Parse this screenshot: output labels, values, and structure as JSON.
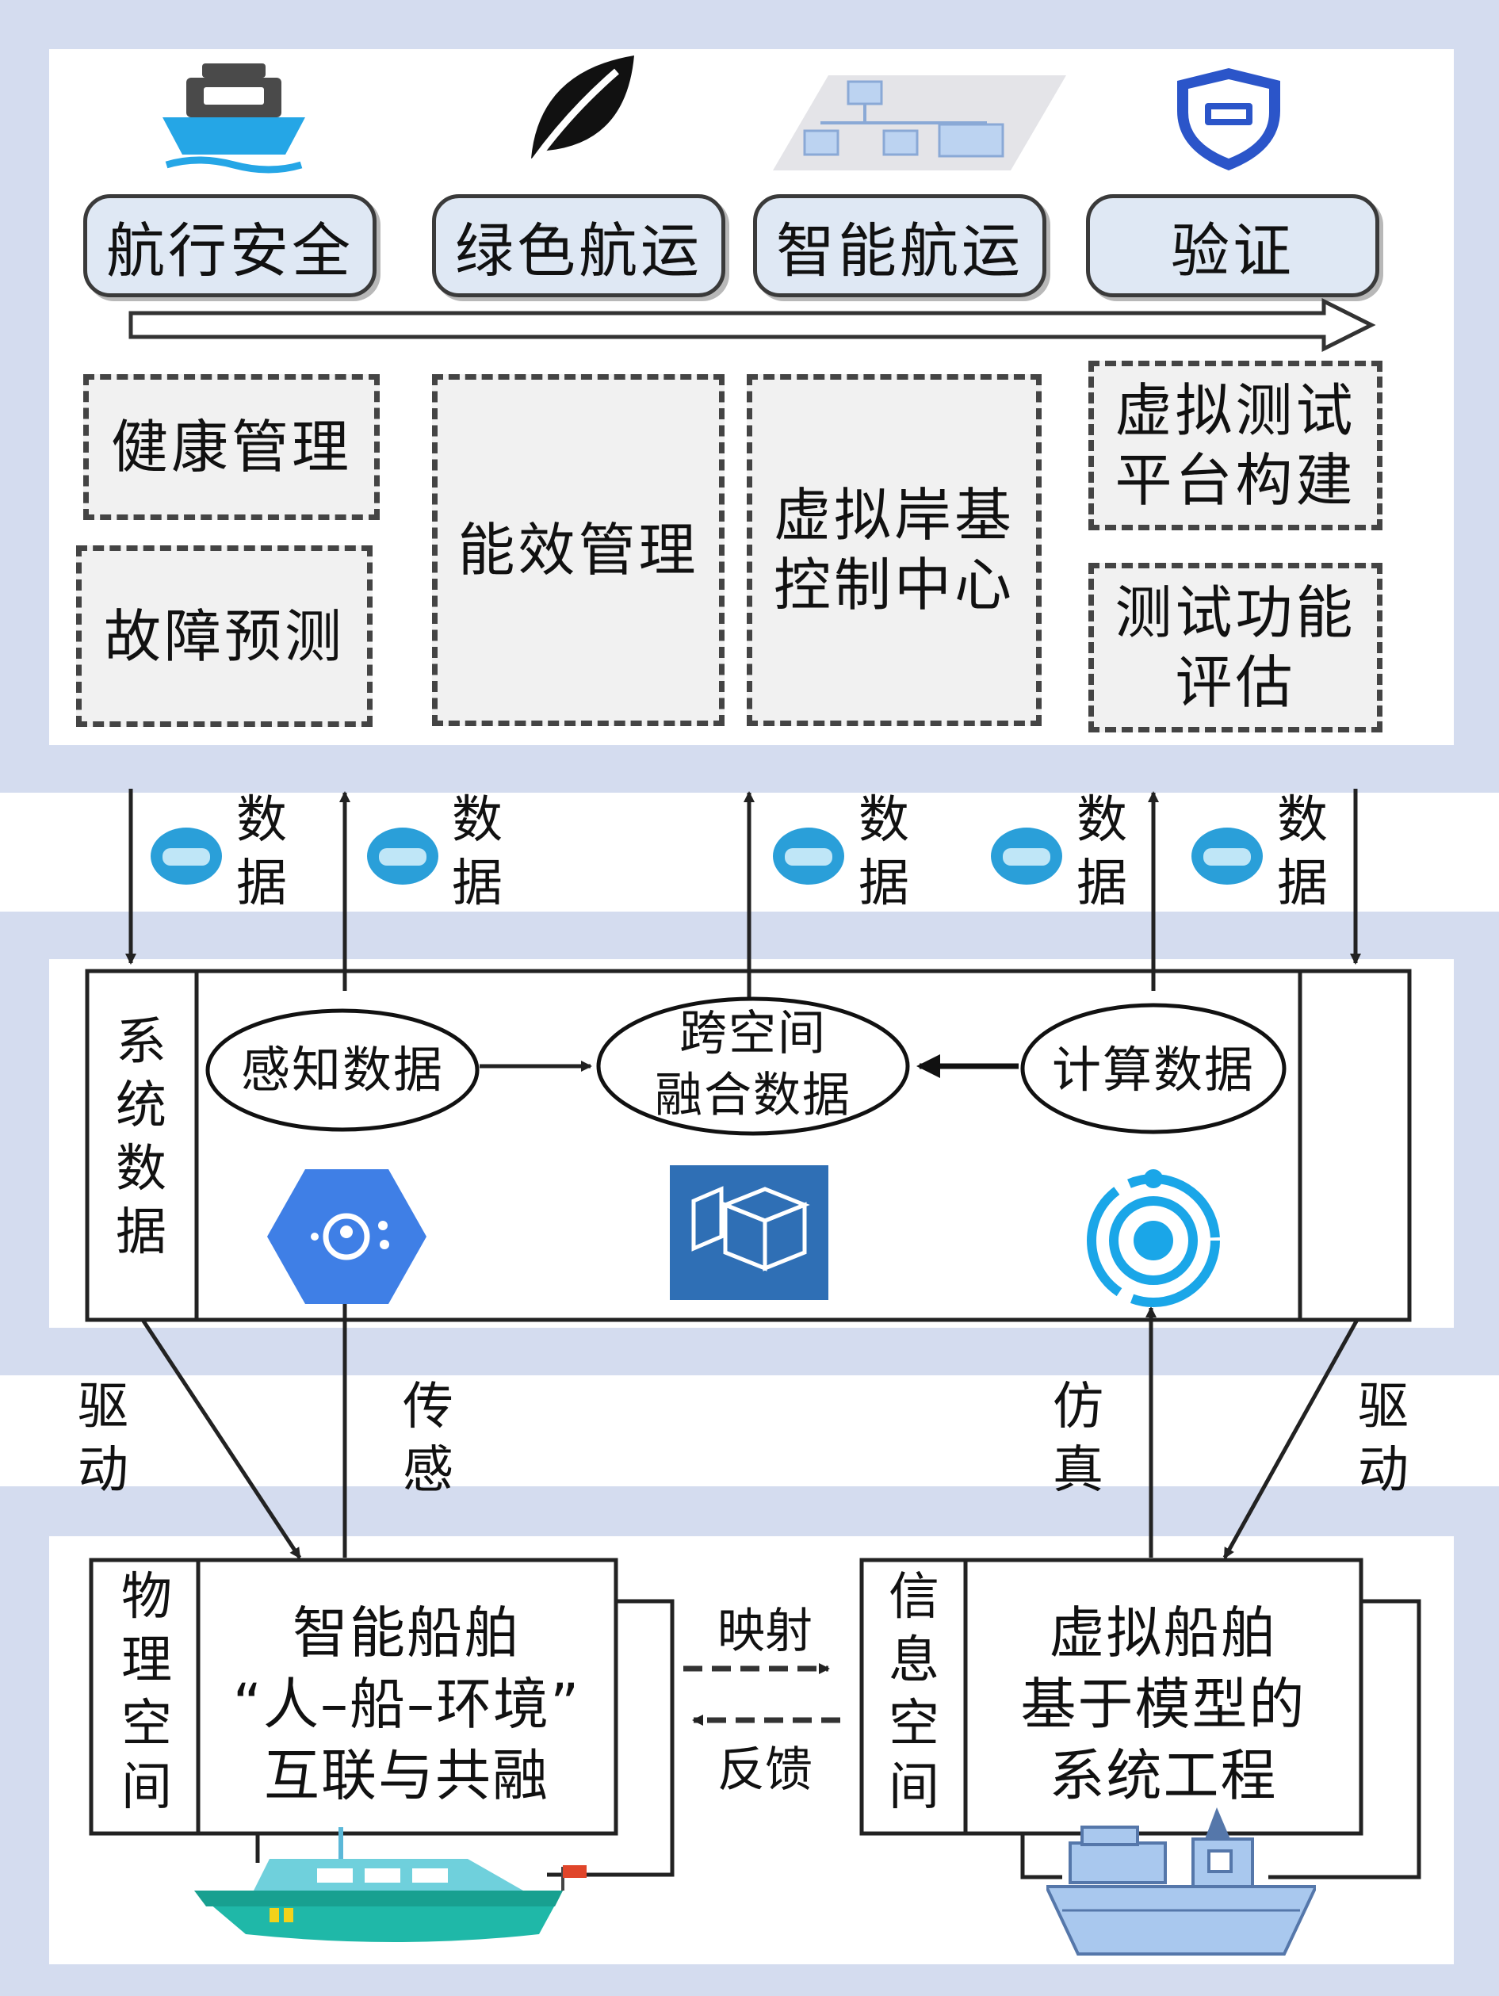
{
  "top": {
    "goals": [
      "航行安全",
      "绿色航运",
      "智能航运",
      "验证"
    ],
    "boxes": {
      "health": "健康管理",
      "fault": "故障预测",
      "energy": "能效管理",
      "virtual_shore_1": "虚拟岸基",
      "virtual_shore_2": "控制中心",
      "vtest_1": "虚拟测试",
      "vtest_2": "平台构建",
      "feval_1": "测试功能",
      "feval_2": "评估"
    },
    "icons": [
      "ship-icon",
      "leaf-icon",
      "network-icon",
      "shield-icon"
    ]
  },
  "links": {
    "data_label_1": "数",
    "data_label_2": "据",
    "data_count": 5
  },
  "middle": {
    "system_data": [
      "系",
      "统",
      "数",
      "据"
    ],
    "sensing": "感知数据",
    "cross_1": "跨空间",
    "cross_2": "融合数据",
    "compute": "计算数据"
  },
  "arrows": {
    "drive_left": [
      "驱",
      "动"
    ],
    "sensing": [
      "传",
      "感"
    ],
    "simulation": [
      "仿",
      "真"
    ],
    "drive_right": [
      "驱",
      "动"
    ],
    "mapping": "映射",
    "feedback": "反馈"
  },
  "bottom": {
    "physical_space": [
      "物",
      "理",
      "空",
      "间"
    ],
    "smart_ship_1": "智能船舶",
    "smart_ship_2": "“人–船–环境”",
    "smart_ship_3": "互联与共融",
    "info_space": [
      "信",
      "息",
      "空",
      "间"
    ],
    "virtual_ship_1": "虚拟船舶",
    "virtual_ship_2": "基于模型的",
    "virtual_ship_3": "系统工程"
  },
  "colors": {
    "layer_bg": "#d4dcef",
    "box_fill": "#dfe8f4",
    "dashed_fill": "#f1f1f1",
    "accent_blue": "#2a9fd9"
  }
}
